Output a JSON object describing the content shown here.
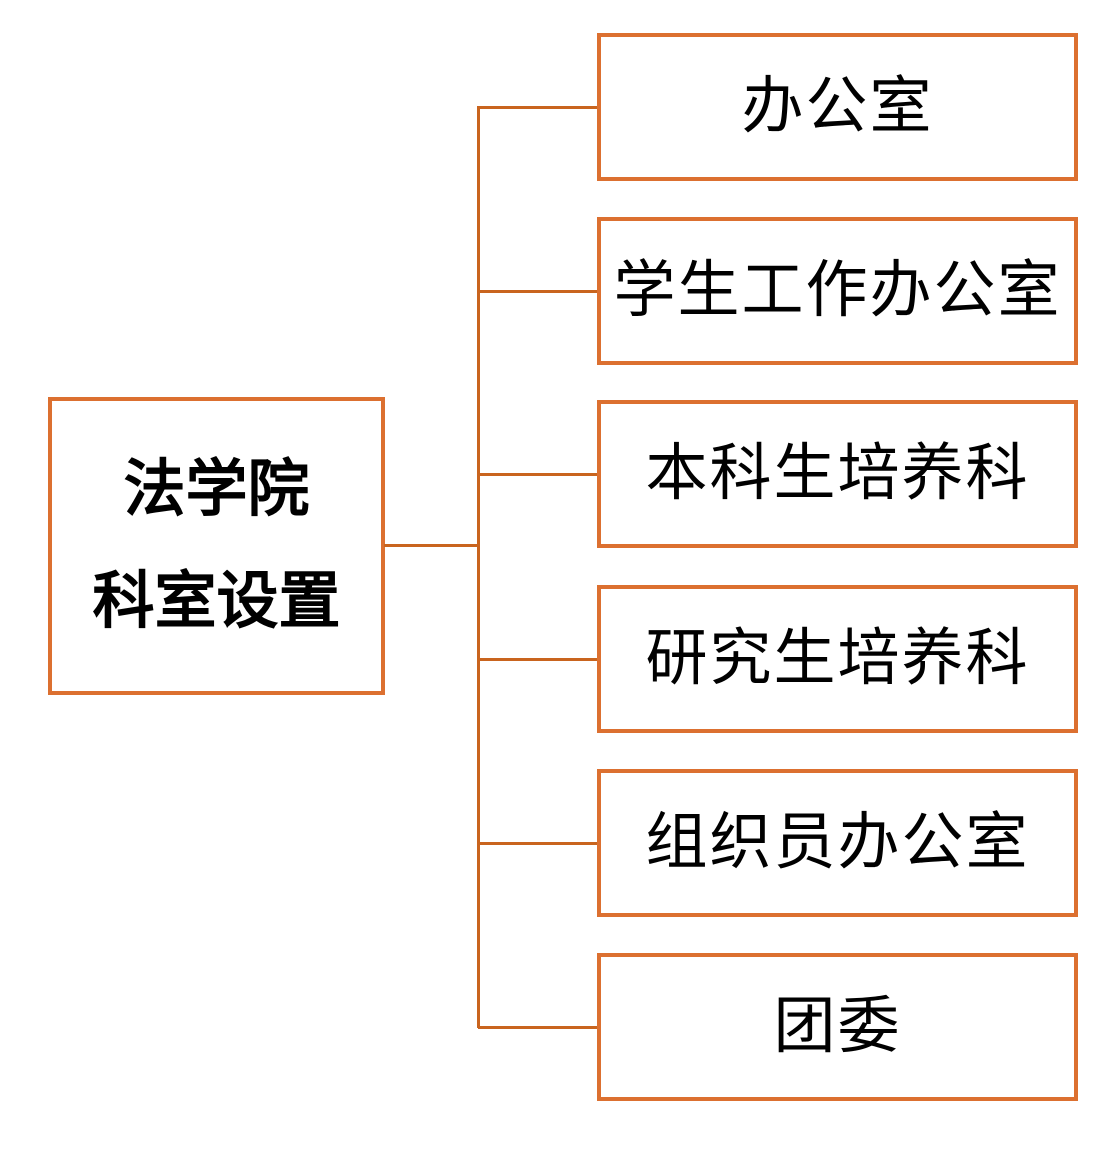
{
  "diagram": {
    "type": "org-chart",
    "root": {
      "line1": "法学院",
      "line2": "科室设置"
    },
    "children": [
      {
        "label": "办公室"
      },
      {
        "label": "学生工作办公室"
      },
      {
        "label": "本科生培养科"
      },
      {
        "label": "研究生培养科"
      },
      {
        "label": "组织员办公室"
      },
      {
        "label": "团委"
      }
    ],
    "colors": {
      "box_border": "#DC7030",
      "connector": "#C9641E",
      "text": "#000000",
      "background": "#FFFFFF"
    }
  }
}
